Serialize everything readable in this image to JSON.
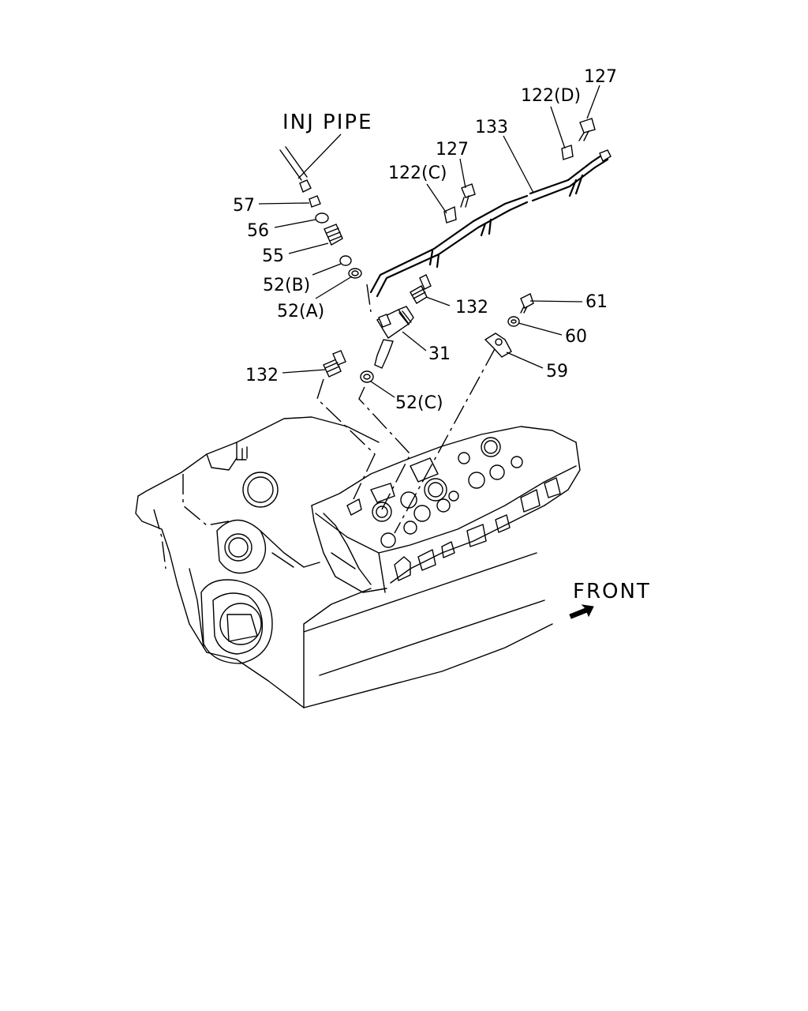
{
  "labels": {
    "inj_pipe": "INJ PIPE",
    "front": "FRONT",
    "p127_top": "127",
    "p122d": "122(D)",
    "p133": "133",
    "p127_mid": "127",
    "p122c": "122(C)",
    "p57": "57",
    "p56": "56",
    "p55": "55",
    "p52b": "52(B)",
    "p52a": "52(A)",
    "p132_right": "132",
    "p61": "61",
    "p60": "60",
    "p31": "31",
    "p59": "59",
    "p132_left": "132",
    "p52c": "52(C)"
  }
}
